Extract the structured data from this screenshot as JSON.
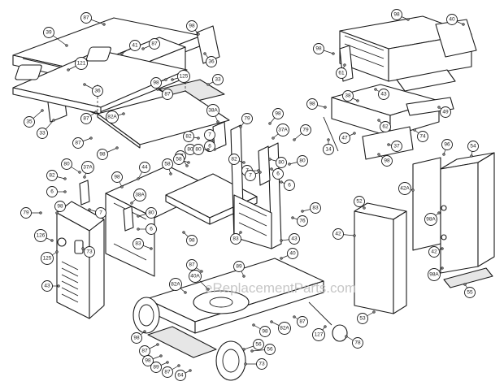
{
  "watermark": "eReplacementParts.com",
  "callouts": [
    {
      "id": "c01",
      "label": "87"
    },
    {
      "id": "c02",
      "label": "39"
    },
    {
      "id": "c03",
      "label": "98"
    },
    {
      "id": "c04",
      "label": "121"
    },
    {
      "id": "c05",
      "label": "41"
    },
    {
      "id": "c06",
      "label": "87"
    },
    {
      "id": "c07",
      "label": "36"
    },
    {
      "id": "c08",
      "label": "33"
    },
    {
      "id": "c09",
      "label": "125"
    },
    {
      "id": "c10",
      "label": "87"
    },
    {
      "id": "c11",
      "label": "36"
    },
    {
      "id": "c12",
      "label": "98"
    },
    {
      "id": "c13",
      "label": "82A"
    },
    {
      "id": "c14",
      "label": "87"
    },
    {
      "id": "c15",
      "label": "35"
    },
    {
      "id": "c16",
      "label": "33"
    },
    {
      "id": "c17",
      "label": "87"
    },
    {
      "id": "c18",
      "label": "98"
    },
    {
      "id": "c19",
      "label": "40"
    },
    {
      "id": "c20",
      "label": "98"
    },
    {
      "id": "c21",
      "label": "61"
    },
    {
      "id": "c22",
      "label": "98"
    },
    {
      "id": "c23",
      "label": "38"
    },
    {
      "id": "c24",
      "label": "49"
    },
    {
      "id": "c25",
      "label": "98"
    },
    {
      "id": "c26",
      "label": "43"
    },
    {
      "id": "c27",
      "label": "62"
    },
    {
      "id": "c28",
      "label": "74"
    },
    {
      "id": "c29",
      "label": "14"
    },
    {
      "id": "c30",
      "label": "47"
    },
    {
      "id": "c31",
      "label": "37"
    },
    {
      "id": "c32",
      "label": "98"
    },
    {
      "id": "c33",
      "label": "80"
    },
    {
      "id": "c34",
      "label": "37A"
    },
    {
      "id": "c35",
      "label": "82"
    },
    {
      "id": "c36",
      "label": "6"
    },
    {
      "id": "c37",
      "label": "79"
    },
    {
      "id": "c38",
      "label": "98"
    },
    {
      "id": "c39",
      "label": "44"
    },
    {
      "id": "c40",
      "label": "58"
    },
    {
      "id": "c41",
      "label": "87"
    },
    {
      "id": "c42",
      "label": "38A"
    },
    {
      "id": "c43",
      "label": "80"
    },
    {
      "id": "c44",
      "label": "6"
    },
    {
      "id": "c45",
      "label": "7"
    },
    {
      "id": "c46",
      "label": "98"
    },
    {
      "id": "c47",
      "label": "126"
    },
    {
      "id": "c48",
      "label": "125"
    },
    {
      "id": "c49",
      "label": "73"
    },
    {
      "id": "c50",
      "label": "43"
    },
    {
      "id": "c51",
      "label": "83"
    },
    {
      "id": "c52",
      "label": "98"
    },
    {
      "id": "c53",
      "label": "7"
    },
    {
      "id": "c54",
      "label": "82"
    },
    {
      "id": "c55",
      "label": "80"
    },
    {
      "id": "c56",
      "label": "6"
    },
    {
      "id": "c57",
      "label": "79"
    },
    {
      "id": "c58",
      "label": "98"
    },
    {
      "id": "c59",
      "label": "37A"
    },
    {
      "id": "c60",
      "label": "79"
    },
    {
      "id": "c61",
      "label": "80"
    },
    {
      "id": "c62",
      "label": "7"
    },
    {
      "id": "c63",
      "label": "6"
    },
    {
      "id": "c64",
      "label": "83"
    },
    {
      "id": "c65",
      "label": "76"
    },
    {
      "id": "c66",
      "label": "83"
    },
    {
      "id": "c67",
      "label": "43"
    },
    {
      "id": "c68",
      "label": "58"
    },
    {
      "id": "c69",
      "label": "6"
    },
    {
      "id": "c70",
      "label": "7"
    },
    {
      "id": "c71",
      "label": "80"
    },
    {
      "id": "c72",
      "label": "82"
    },
    {
      "id": "c73",
      "label": "80"
    },
    {
      "id": "c74",
      "label": "38A"
    },
    {
      "id": "c75",
      "label": "87"
    },
    {
      "id": "c76",
      "label": "40"
    },
    {
      "id": "c77",
      "label": "89"
    },
    {
      "id": "c78",
      "label": "82A"
    },
    {
      "id": "c79",
      "label": "40A"
    },
    {
      "id": "c80",
      "label": "98"
    },
    {
      "id": "c81",
      "label": "82A"
    },
    {
      "id": "c82",
      "label": "87"
    },
    {
      "id": "c83",
      "label": "98"
    },
    {
      "id": "c84",
      "label": "56"
    },
    {
      "id": "c85",
      "label": "87"
    },
    {
      "id": "c86",
      "label": "127"
    },
    {
      "id": "c87",
      "label": "78"
    },
    {
      "id": "c88",
      "label": "98"
    },
    {
      "id": "c89",
      "label": "89"
    },
    {
      "id": "c90",
      "label": "87"
    },
    {
      "id": "c91",
      "label": "64"
    },
    {
      "id": "c92",
      "label": "56"
    },
    {
      "id": "c93",
      "label": "73"
    },
    {
      "id": "c94",
      "label": "42"
    },
    {
      "id": "c95",
      "label": "52"
    },
    {
      "id": "c96",
      "label": "53"
    },
    {
      "id": "c97",
      "label": "96"
    },
    {
      "id": "c98",
      "label": "54"
    },
    {
      "id": "c99",
      "label": "42A"
    },
    {
      "id": "c100",
      "label": "98A"
    },
    {
      "id": "c101",
      "label": "42"
    },
    {
      "id": "c102",
      "label": "98A"
    },
    {
      "id": "c103",
      "label": "55"
    }
  ]
}
